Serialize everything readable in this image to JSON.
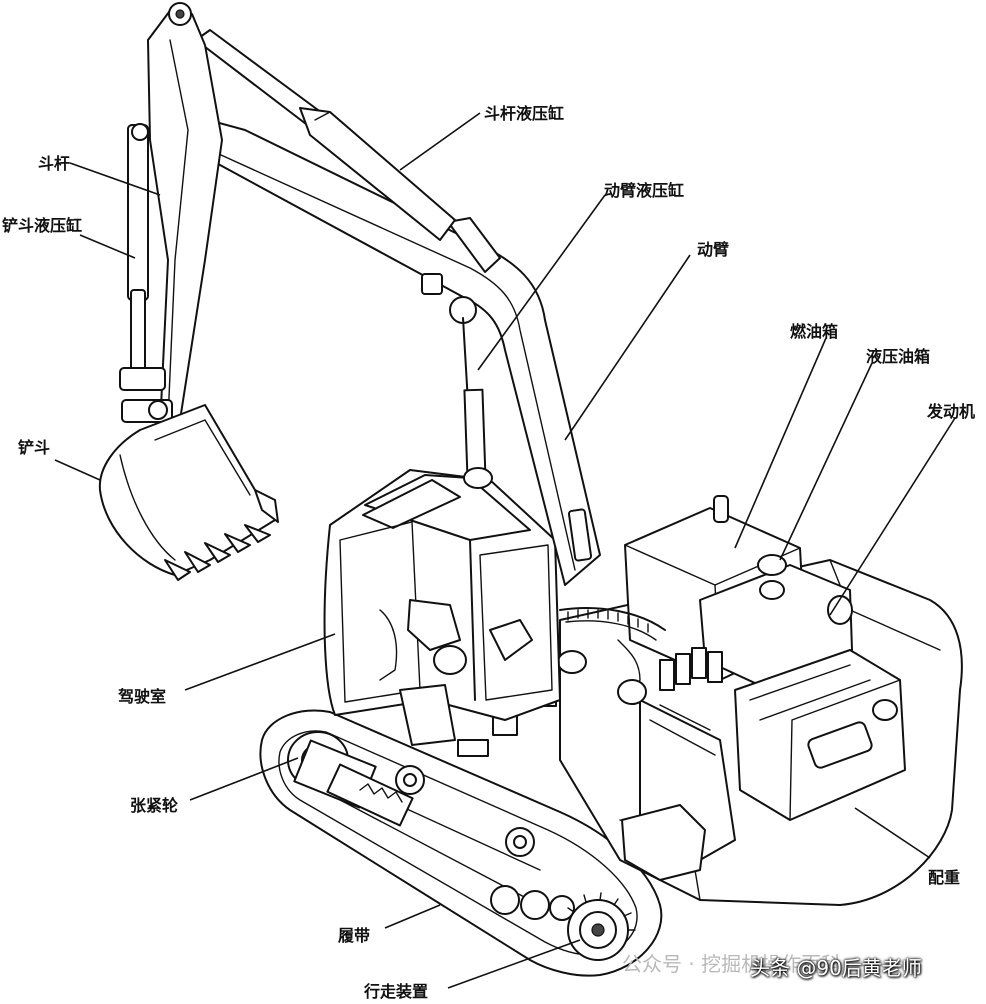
{
  "labels": {
    "arm_cylinder": "斗杆液压缸",
    "arm": "斗杆",
    "bucket_cylinder": "铲斗液压缸",
    "boom_cylinder": "动臂液压缸",
    "boom": "动臂",
    "fuel_tank": "燃油箱",
    "hydraulic_tank": "液压油箱",
    "engine": "发动机",
    "bucket": "铲斗",
    "cab": "驾驶室",
    "idler": "张紧轮",
    "counterweight": "配重",
    "track": "履带",
    "travel_device": "行走装置"
  },
  "watermark": {
    "faint": "公众号 · 挖掘机操作百科",
    "dark": "头条 @90后黄老师"
  }
}
